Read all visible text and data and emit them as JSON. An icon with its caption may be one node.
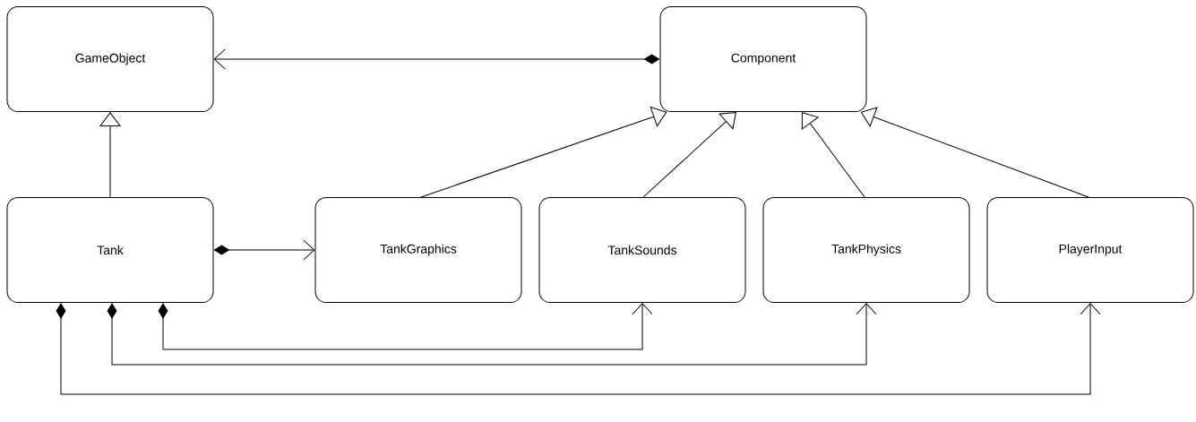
{
  "diagram": {
    "nodes": [
      {
        "text": [
          "GameObject"
        ]
      },
      {
        "text": [
          "Component"
        ]
      },
      {
        "text": [
          "Tank"
        ]
      },
      {
        "text": [
          "TankGraphics"
        ]
      },
      {
        "text": [
          "TankSounds"
        ]
      },
      {
        "text": [
          "TankPhysics"
        ]
      },
      {
        "text": [
          "PlayerInput"
        ]
      }
    ],
    "edges": [
      {
        "from": 1,
        "to": 0,
        "arrow": "to"
      },
      {
        "from": 2,
        "to": 0,
        "arrow": "to"
      },
      {
        "from": 3,
        "to": 1,
        "arrow": "to"
      },
      {
        "from": 4,
        "to": 1,
        "arrow": "to"
      },
      {
        "from": 5,
        "to": 1,
        "arrow": "to"
      },
      {
        "from": 6,
        "to": 1,
        "arrow": "to"
      },
      {
        "from": 2,
        "to": 3,
        "arrow": "to"
      },
      {
        "from": 2,
        "to": 4,
        "arrow": "to"
      },
      {
        "from": 2,
        "to": 5,
        "arrow": "to"
      },
      {
        "from": 2,
        "to": 6,
        "arrow": "to"
      }
    ]
  }
}
